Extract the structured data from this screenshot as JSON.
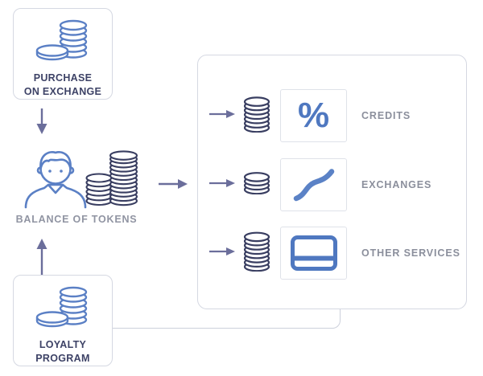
{
  "diagram": {
    "title": "token-flow-diagram",
    "colors": {
      "accent_blue": "#4f78c0",
      "icon_blue": "#5b80c5",
      "coin_navy": "#393e61",
      "navy_text": "#3d4266",
      "gray_text": "#8b8f9c",
      "arrow_purple": "#6b6e9b",
      "border_gray": "#d5d8e2"
    },
    "nodes": {
      "purchase": {
        "label_line1": "PURCHASE",
        "label_line2": "ON EXCHANGE",
        "icon": "coins-icon"
      },
      "balance": {
        "label": "BALANCE OF TOKENS",
        "icons": [
          "person-icon",
          "token-stacks-icon"
        ]
      },
      "loyalty": {
        "label_line1": "LOYALTY",
        "label_line2": "PROGRAM",
        "icon": "coins-icon"
      }
    },
    "arrows": [
      "down",
      "right",
      "up",
      "row-right",
      "row-right",
      "row-right"
    ],
    "services": [
      {
        "label": "CREDITS",
        "icon": "percent-icon",
        "symbol": "%"
      },
      {
        "label": "EXCHANGES",
        "icon": "growth-curve-icon"
      },
      {
        "label": "OTHER SERVICES",
        "icon": "bank-card-icon"
      }
    ]
  }
}
